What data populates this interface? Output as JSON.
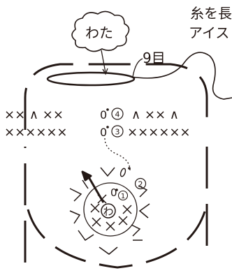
{
  "labels": {
    "cotton": "わた",
    "yarn_note_line1": "糸を長",
    "yarn_note_line2": "アイス",
    "stitch_count": "9目"
  },
  "rows": {
    "row4": {
      "left_marks": "×× ∧ ××",
      "right_marks": "∧ ×× ∧",
      "round_number": "4"
    },
    "row3": {
      "left_marks": "××××××",
      "right_marks": "××××××",
      "round_number": "3"
    },
    "row2_round_number": "2",
    "row1_round_number": "1"
  },
  "ring_center_label": "わ",
  "colors": {
    "line": "#231815",
    "background": "#ffffff"
  }
}
